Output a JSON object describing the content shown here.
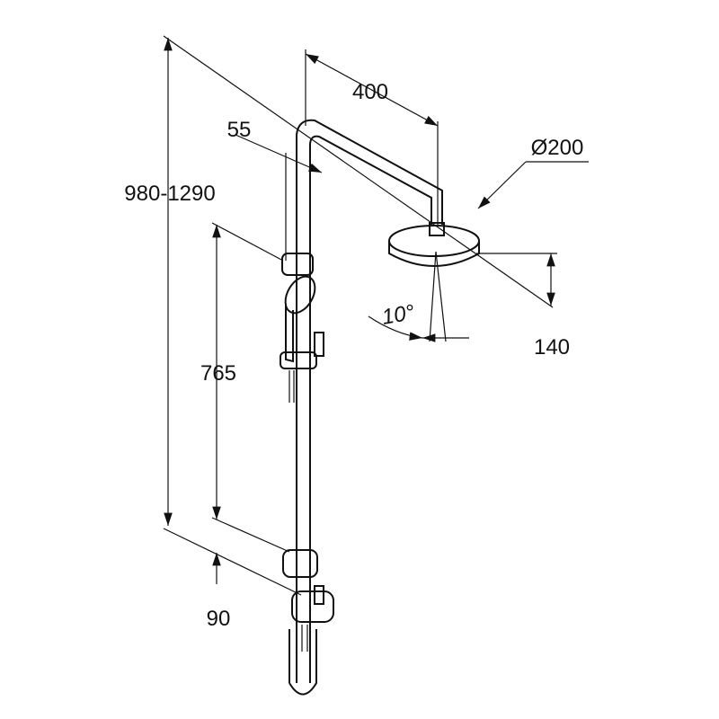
{
  "drawing": {
    "dimensions": {
      "arm_length": "400",
      "wall_offset": "55",
      "head_diameter": "Ø200",
      "total_height": "980-1290",
      "rail_length": "765",
      "head_drop": "140",
      "tilt_angle": "10°",
      "mixer_offset": "90"
    },
    "line_color": "#111111"
  }
}
